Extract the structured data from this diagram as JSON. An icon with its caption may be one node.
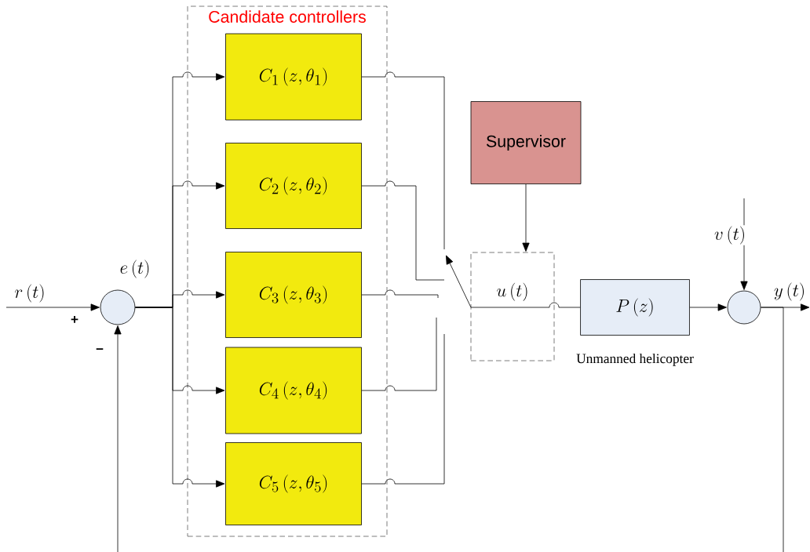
{
  "diagram": {
    "nodes": [
      {
        "text": [
          "Candidate controllers"
        ]
      },
      {
        "text": [],
        "shape": "circle"
      },
      {
        "text": [
          "C_{1}\\left(z,\\theta_{1}\\right)"
        ],
        "in": 0
      },
      {
        "text": [
          "C_{2}\\left(z,\\theta_{2}\\right)"
        ],
        "in": 0
      },
      {
        "text": [
          "C_{3}\\left(z,\\theta_{3}\\right)"
        ],
        "in": 0
      },
      {
        "text": [
          "C_{4}\\left(z,\\theta_{4}\\right)"
        ],
        "in": 0
      },
      {
        "text": [
          "C_{5}\\left(z,\\theta_{5}\\right)"
        ],
        "in": 0
      },
      {
        "text": [
          "Supervisor"
        ]
      },
      {
        "text": [
          "u\\left(t\\right)"
        ]
      },
      {
        "text": [
          "P\\left(z\\right)"
        ],
        "beside": [
          "Unmanned helicopter"
        ]
      },
      {
        "text": [],
        "shape": "circle"
      }
    ],
    "edges": [
      {
        "from": null,
        "to": 1,
        "arrow": "to",
        "label": "r\\left(t\\right)"
      },
      {
        "from": 10,
        "to": 1,
        "arrow": "to"
      },
      {
        "from": 1,
        "to": 2,
        "arrow": "to"
      },
      {
        "from": 1,
        "to": 3,
        "arrow": "to"
      },
      {
        "from": 1,
        "to": 4,
        "arrow": "to"
      },
      {
        "from": 1,
        "to": 5,
        "arrow": "to"
      },
      {
        "from": 1,
        "to": 6,
        "arrow": "to"
      },
      {
        "from": 2,
        "to": 8,
        "arrow": "none"
      },
      {
        "from": 3,
        "to": 8,
        "arrow": "none"
      },
      {
        "from": 4,
        "to": 8,
        "arrow": "none"
      },
      {
        "from": 5,
        "to": 8,
        "arrow": "none"
      },
      {
        "from": 6,
        "to": 8,
        "arrow": "none"
      },
      {
        "from": 7,
        "to": 8,
        "arrow": "to"
      },
      {
        "from": 8,
        "to": 9,
        "arrow": "none"
      },
      {
        "from": 9,
        "to": 10,
        "arrow": "to"
      },
      {
        "from": null,
        "to": 10,
        "arrow": "to",
        "label": "v\\left(t\\right)"
      },
      {
        "from": 10,
        "to": null,
        "arrow": "to",
        "label": "y\\left(t\\right)"
      }
    ],
    "labels": [
      "e\\left(t\\right)",
      "+",
      "–"
    ]
  }
}
